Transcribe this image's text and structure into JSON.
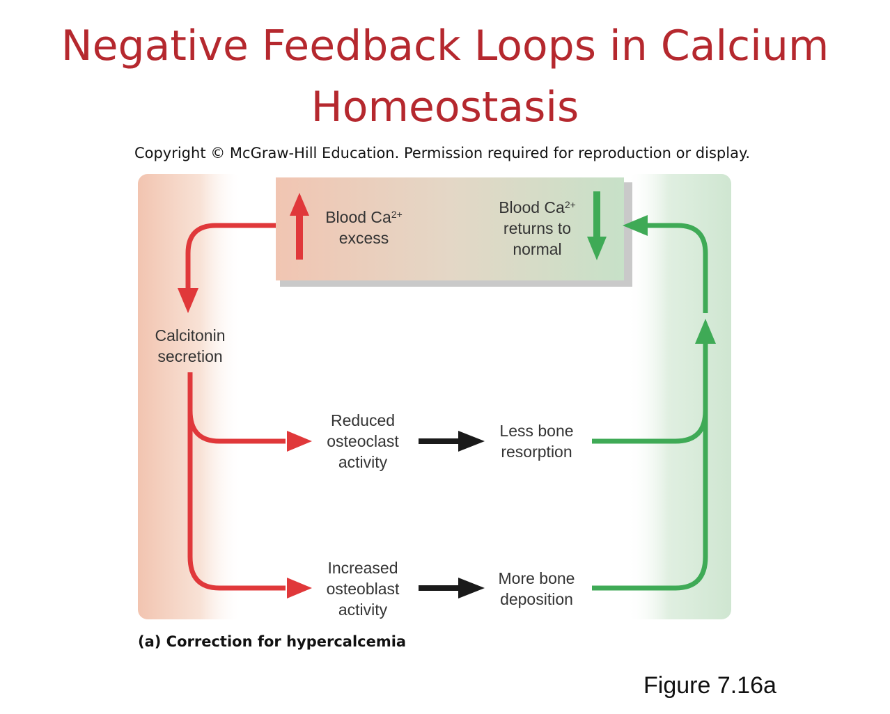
{
  "title": {
    "line1": "Negative Feedback Loops in Calcium",
    "line2": "Homeostasis"
  },
  "copyright": "Copyright © McGraw-Hill Education. Permission required for reproduction or display.",
  "diagram": {
    "top_left": {
      "line1": "Blood Ca",
      "sup": "2+",
      "line2": "excess"
    },
    "top_right": {
      "line1": "Blood Ca",
      "sup": "2+",
      "line2": "returns to",
      "line3": "normal"
    },
    "calcitonin": {
      "line1": "Calcitonin",
      "line2": "secretion"
    },
    "osteoclast": {
      "line1": "Reduced",
      "line2": "osteoclast",
      "line3": "activity"
    },
    "resorption": {
      "line1": "Less bone",
      "line2": "resorption"
    },
    "osteoblast": {
      "line1": "Increased",
      "line2": "osteoblast",
      "line3": "activity"
    },
    "deposition": {
      "line1": "More bone",
      "line2": "deposition"
    },
    "colors": {
      "red": "#e0383a",
      "green": "#3faa56",
      "black": "#1a1a1a"
    }
  },
  "caption": "(a) Correction for hypercalcemia",
  "figure_ref": "Figure 7.16a"
}
